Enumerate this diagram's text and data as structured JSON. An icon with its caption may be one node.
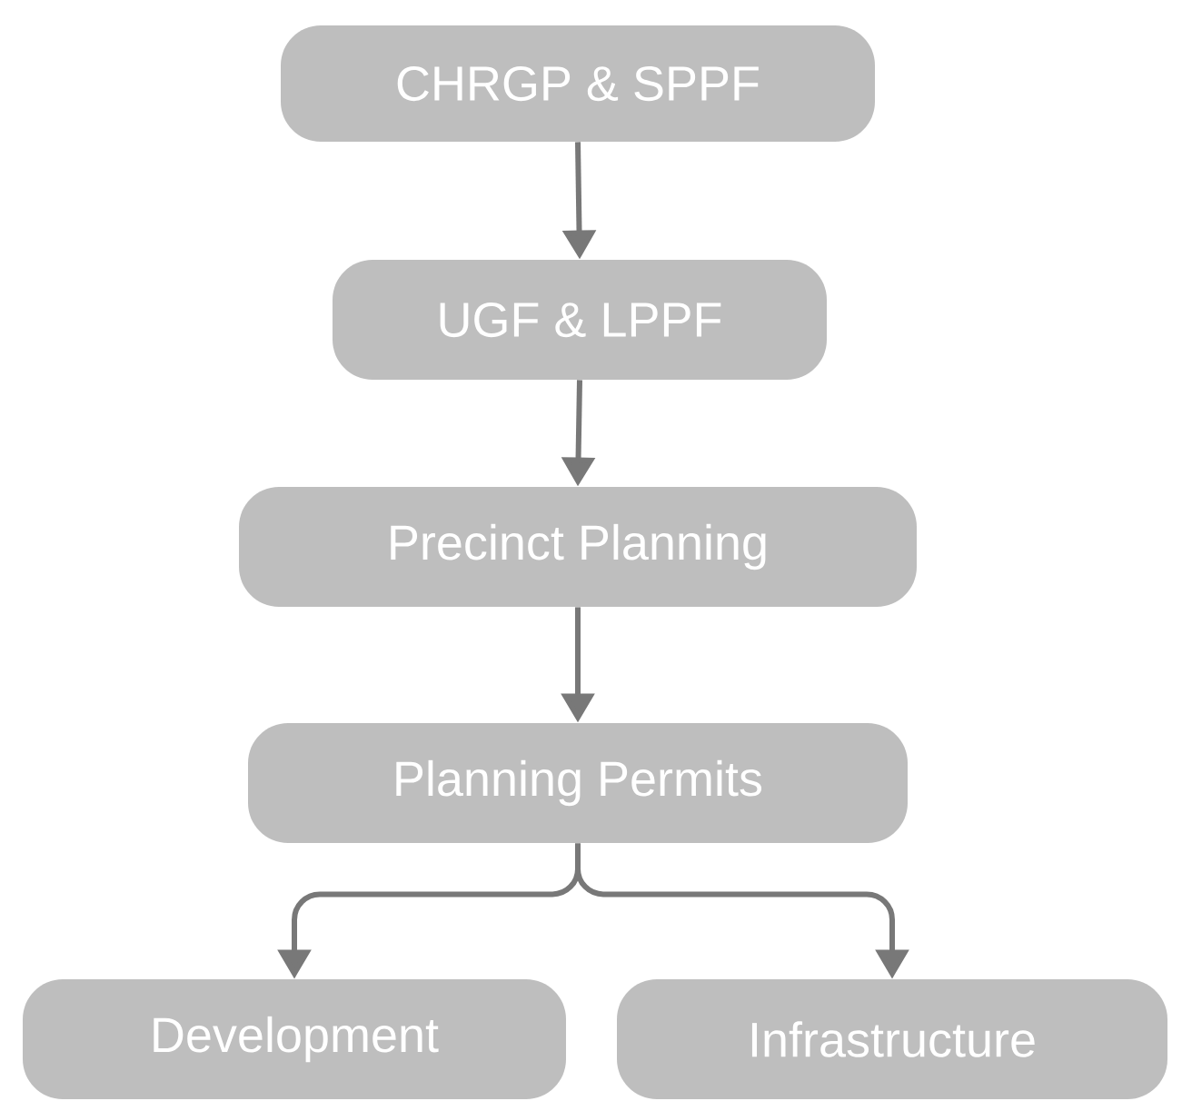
{
  "diagram": {
    "nodes": [
      {
        "text": [
          "CHRGP & SPPF"
        ]
      },
      {
        "text": [
          "UGF & LPPF"
        ]
      },
      {
        "text": [
          "Precinct Planning"
        ]
      },
      {
        "text": [
          "Planning Permits"
        ]
      },
      {
        "text": [
          "Development"
        ]
      },
      {
        "text": [
          "Infrastructure"
        ]
      }
    ],
    "edges": [
      {
        "from": 0,
        "to": 1,
        "arrow": "to"
      },
      {
        "from": 1,
        "to": 2,
        "arrow": "to"
      },
      {
        "from": 2,
        "to": 3,
        "arrow": "to"
      },
      {
        "from": 3,
        "to": 4,
        "arrow": "to"
      },
      {
        "from": 3,
        "to": 5,
        "arrow": "to"
      }
    ]
  }
}
